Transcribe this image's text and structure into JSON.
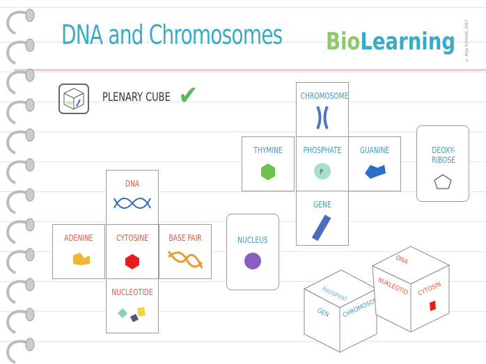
{
  "header": {
    "title": "DNA and Chromosomes",
    "logo_text": "BioLearning",
    "copyright": "© Anja Schmidt, 2017"
  },
  "plenary": {
    "label": "PLENARY CUBE",
    "icon_text": "DNA"
  },
  "net_blue": {
    "top": "CHROMOSOME",
    "row": [
      "THYMINE",
      "PHOSPHATE",
      "GUANINE"
    ],
    "side": "DEOXY-RIBOSE",
    "bottom": "GENE"
  },
  "net_red": {
    "top": "DNA",
    "row": [
      "ADENINE",
      "CYTOSINE",
      "BASE PAIR"
    ],
    "side": "NUCLEUS",
    "bottom": "NUCLEOTIDE"
  },
  "cube1": {
    "top": "PHOSPHAT",
    "left": "GEN",
    "right": "CHROMOSOM"
  },
  "cube2": {
    "top": "DNA",
    "left": "NUKLEOTID",
    "right": "CYTOSIN"
  },
  "colors": {
    "title": "#3aaac8",
    "blue_label": "#3a9bc9",
    "red_label": "#e8553a",
    "check": "#5cb85c"
  }
}
